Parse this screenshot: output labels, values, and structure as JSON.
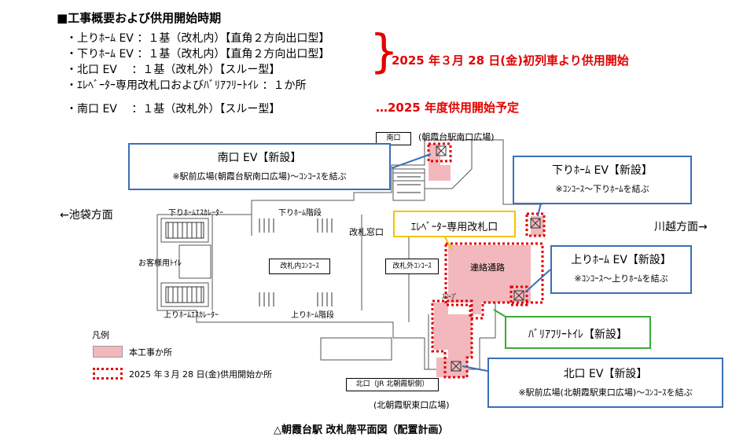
{
  "header": {
    "title": "■工事概要および供用開始時期",
    "items": [
      "・上りﾎｰﾑ EV ：１基（改札内）【直角２方向出口型】",
      "・下りﾎｰﾑ EV ：１基（改札内）【直角２方向出口型】",
      "・北口 EV　 ：１基（改札外）【スルー型】",
      "・ｴﾚﾍﾞｰﾀｰ専用改札口およびﾊﾞﾘｱﾌﾘｰﾄｲﾚ ：１か所"
    ],
    "item_south": "・南口 EV　 ：１基（改札外）【スルー型】",
    "schedule_main": "2025 年３月 28 日(金)初列車より供用開始",
    "schedule_south": "…2025 年度供用開始予定"
  },
  "directions": {
    "left": "←池袋方面",
    "right": "川越方面→"
  },
  "callouts": {
    "south_ev": {
      "title": "南口 EV【新設】",
      "desc": "※駅前広場(朝霞台駅南口広場)～ｺﾝｺｰｽを結ぶ"
    },
    "down_ev": {
      "title": "下りﾎｰﾑ EV【新設】",
      "desc": "※ｺﾝｺｰｽ～下りﾎｰﾑを結ぶ"
    },
    "gate": {
      "title": "ｴﾚﾍﾞｰﾀｰ専用改札口"
    },
    "up_ev": {
      "title": "上りﾎｰﾑ EV【新設】",
      "desc": "※ｺﾝｺｰｽ～上りﾎｰﾑを結ぶ"
    },
    "toilet": {
      "title": "ﾊﾞﾘｱﾌﾘｰﾄｲﾚ【新設】"
    },
    "north_ev": {
      "title": "北口 EV【新設】",
      "desc": "※駅前広場(北朝霞駅東口広場)～ｺﾝｺｰｽを結ぶ"
    }
  },
  "plan_labels": {
    "south_exit": "南口",
    "south_plaza": "(朝霞台駅南口広場)",
    "down_escalator": "下りﾎｰﾑｴｽｶﾚｰﾀｰ",
    "down_stairs": "下りﾎｰﾑ階段",
    "ticket_window": "改札窓口",
    "guest_toilet": "お客様用ﾄｲﾚ",
    "inside_concourse": "改札内ｺﾝｺｰｽ",
    "outside_concourse": "改札外ｺﾝｺｰｽ",
    "passage": "連絡通路",
    "slope": "ｽﾛｰﾌﾟ",
    "up_escalator": "上りﾎｰﾑｴｽｶﾚｰﾀｰ",
    "up_stairs": "上りﾎｰﾑ階段",
    "north_exit": "北口（JR 北朝霞駅側）",
    "north_plaza": "(北朝霞駅東口広場)"
  },
  "legend": {
    "title": "凡例",
    "construction": "本工事か所",
    "opening": "2025 年３月 28 日(金)供用開始か所"
  },
  "caption": "△朝霞台駅 改札階平面図（配置計画）",
  "colors": {
    "red": "#e30000",
    "pink_fill": "#f2b8bd",
    "blue_border": "#3b6fb6",
    "yellow_border": "#f5c400",
    "green_border": "#3aa935"
  }
}
